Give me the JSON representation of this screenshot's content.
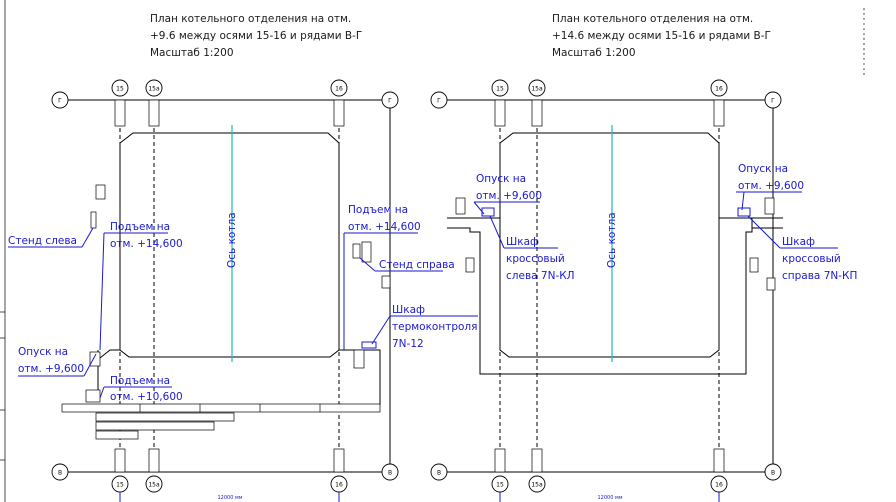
{
  "left_plan": {
    "title_line1": "План котельного отделения на отм.",
    "title_line2": "+9.6 между осями 15-16 и рядами В-Г",
    "title_line3": "Масштаб 1:200",
    "axis_top_left": "Г",
    "axis_top_right": "Г",
    "axis_bottom_left": "В",
    "axis_bottom_right": "В",
    "axis_col_1": "15",
    "axis_col_2": "15а",
    "axis_col_3": "16",
    "boiler_axis": "Ось котла",
    "stand_left": "Стенд слева",
    "stand_right": "Стенд справа",
    "lift_left_1": "Подъем на",
    "lift_left_2": "отм. +14,600",
    "lift_right_1": "Подъем на",
    "lift_right_2": "отм. +14,600",
    "descent_1": "Опуск на",
    "descent_2": "отм. +9,600",
    "lift_bottom_1": "Подъем на",
    "lift_bottom_2": "отм. +10,600",
    "cabinet_1": "Шкаф",
    "cabinet_2": "термоконтроля",
    "cabinet_3": "7N-12",
    "dimension": "12000 мм"
  },
  "right_plan": {
    "title_line1": "План котельного отделения на отм.",
    "title_line2": "+14.6 между осями 15-16 и рядами В-Г",
    "title_line3": "Масштаб 1:200",
    "axis_top_left": "Г",
    "axis_top_right": "Г",
    "axis_bottom_left": "В",
    "axis_bottom_right": "В",
    "axis_col_1": "15",
    "axis_col_2": "15а",
    "axis_col_3": "16",
    "boiler_axis": "Ось котла",
    "descent_left_1": "Опуск на",
    "descent_left_2": "отм. +9,600",
    "descent_right_1": "Опуск на",
    "descent_right_2": "отм. +9,600",
    "cabinet_left_1": "Шкаф",
    "cabinet_left_2": "кроссовый",
    "cabinet_left_3": "слева 7N-КЛ",
    "cabinet_right_1": "Шкаф",
    "cabinet_right_2": "кроссовый",
    "cabinet_right_3": "справа 7N-КП",
    "dimension": "12000 мм"
  },
  "colors": {
    "annotation": "#1a1ad0",
    "boiler_axis": "#1ab8c8",
    "linework": "#000000"
  }
}
